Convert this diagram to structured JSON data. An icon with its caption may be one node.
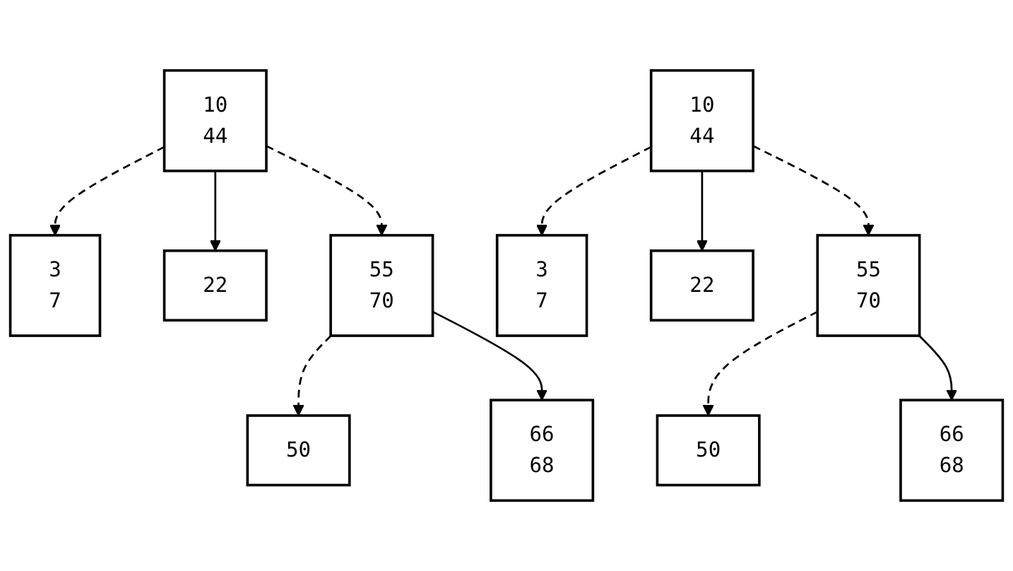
{
  "diagram": {
    "nodes": [
      {
        "text": [
          "10",
          "44"
        ]
      },
      {
        "text": [
          "3",
          "7"
        ]
      },
      {
        "text": [
          "22"
        ]
      },
      {
        "text": [
          "55",
          "70"
        ]
      },
      {
        "text": [
          "50"
        ]
      },
      {
        "text": [
          "66",
          "68"
        ]
      },
      {
        "text": [
          "10",
          "44"
        ]
      },
      {
        "text": [
          "3",
          "7"
        ]
      },
      {
        "text": [
          "22"
        ]
      },
      {
        "text": [
          "55",
          "70"
        ]
      },
      {
        "text": [
          "50"
        ]
      },
      {
        "text": [
          "66",
          "68"
        ]
      }
    ],
    "edges": [
      {
        "from": 0,
        "to": 1,
        "arrow": "to",
        "style": "dashed"
      },
      {
        "from": 0,
        "to": 2,
        "arrow": "to"
      },
      {
        "from": 0,
        "to": 3,
        "arrow": "to",
        "style": "dashed"
      },
      {
        "from": 3,
        "to": 4,
        "arrow": "to",
        "style": "dashed"
      },
      {
        "from": 3,
        "to": 5,
        "arrow": "to"
      },
      {
        "from": 6,
        "to": 7,
        "arrow": "to",
        "style": "dashed"
      },
      {
        "from": 6,
        "to": 8,
        "arrow": "to"
      },
      {
        "from": 6,
        "to": 9,
        "arrow": "to",
        "style": "dashed"
      },
      {
        "from": 9,
        "to": 10,
        "arrow": "to",
        "style": "dashed"
      },
      {
        "from": 9,
        "to": 11,
        "arrow": "to"
      }
    ]
  }
}
